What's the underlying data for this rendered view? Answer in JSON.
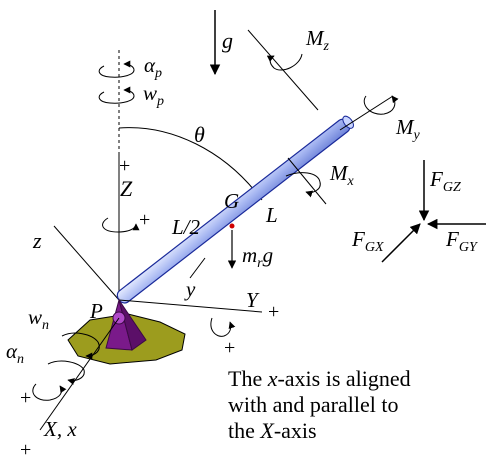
{
  "labels": {
    "g": "g",
    "Mz": "M",
    "Mz_sub": "z",
    "My": "M",
    "My_sub": "y",
    "Mx": "M",
    "Mx_sub": "x",
    "alpha_p": "α",
    "alpha_p_sub": "p",
    "w_p": "w",
    "w_p_sub": "p",
    "theta": "θ",
    "Z": "Z",
    "z": "z",
    "G": "G",
    "L_half": "L/2",
    "L": "L",
    "mrg": "m",
    "mrg_sub": "r",
    "mrg_tail": "g",
    "y": "y",
    "Y": "Y",
    "P": "P",
    "w_n": "w",
    "w_n_sub": "n",
    "alpha_n": "α",
    "alpha_n_sub": "n",
    "X_x": "X, x",
    "FGZ": "F",
    "FGZ_sub": "GZ",
    "FGX": "F",
    "FGX_sub": "GX",
    "FGY": "F",
    "FGY_sub": "GY",
    "plus": "+"
  },
  "note": {
    "line1_pre": "The ",
    "line1_it": "x",
    "line1_post": "-axis is aligned",
    "line2": "with and parallel to",
    "line3_pre": "the ",
    "line3_it": "X",
    "line3_post": "-axis"
  },
  "colors": {
    "rod_fill": "#a8b8f2",
    "rod_stroke": "#1a2a9a",
    "base_fill": "#9c9c1e",
    "pyramid_fill": "#7a1a8a",
    "mass_point": "#d00000"
  }
}
